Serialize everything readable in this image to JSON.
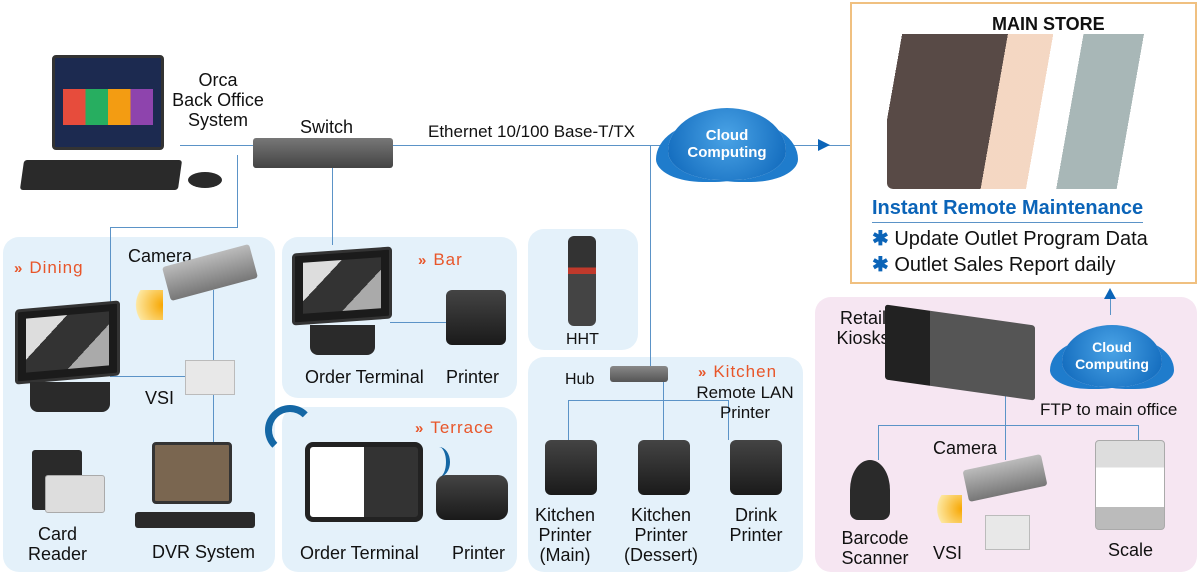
{
  "back_office": {
    "label_lines": [
      "Orca",
      "Back Office",
      "System"
    ]
  },
  "switch": {
    "label": "Switch"
  },
  "network": {
    "label": "Ethernet 10/100 Base-T/TX"
  },
  "cloud_top": {
    "lines": [
      "Cloud",
      "Computing"
    ]
  },
  "main_store": {
    "title": "MAIN STORE",
    "heading": "Instant Remote Maintenance",
    "bullets": [
      "Update Outlet Program Data",
      "Outlet Sales Report daily"
    ],
    "bullet_symbol": "✱"
  },
  "dining": {
    "zone": "Dining",
    "camera": "Camera",
    "vsi": "VSI",
    "card_reader_lines": [
      "Card",
      "Reader"
    ],
    "dvr": "DVR System"
  },
  "bar": {
    "zone": "Bar",
    "terminal": "Order Terminal",
    "printer": "Printer"
  },
  "terrace": {
    "zone": "Terrace",
    "terminal": "Order Terminal",
    "printer": "Printer"
  },
  "hht": {
    "label": "HHT"
  },
  "kitchen": {
    "zone": "Kitchen",
    "hub": "Hub",
    "remote_lines": [
      "Remote LAN",
      "Printer"
    ],
    "printers": [
      {
        "lines": [
          "Kitchen",
          "Printer",
          "(Main)"
        ]
      },
      {
        "lines": [
          "Kitchen",
          "Printer",
          "(Dessert)"
        ]
      },
      {
        "lines": [
          "Drink",
          "Printer"
        ]
      }
    ]
  },
  "retail": {
    "kiosk_lines": [
      "Retail",
      "Kiosks"
    ],
    "cloud_lines": [
      "Cloud",
      "Computing"
    ],
    "ftp": "FTP to main office",
    "camera": "Camera",
    "barcode_lines": [
      "Barcode",
      "Scanner"
    ],
    "vsi": "VSI",
    "scale": "Scale"
  },
  "zone_marker": "»",
  "colors": {
    "line": "#5b93c7",
    "accent": "#e8562a",
    "brand_blue": "#0b64b8",
    "panel_blue": "#e4f1fa",
    "panel_pink": "#f6e6f2",
    "main_border": "#f0c080"
  }
}
